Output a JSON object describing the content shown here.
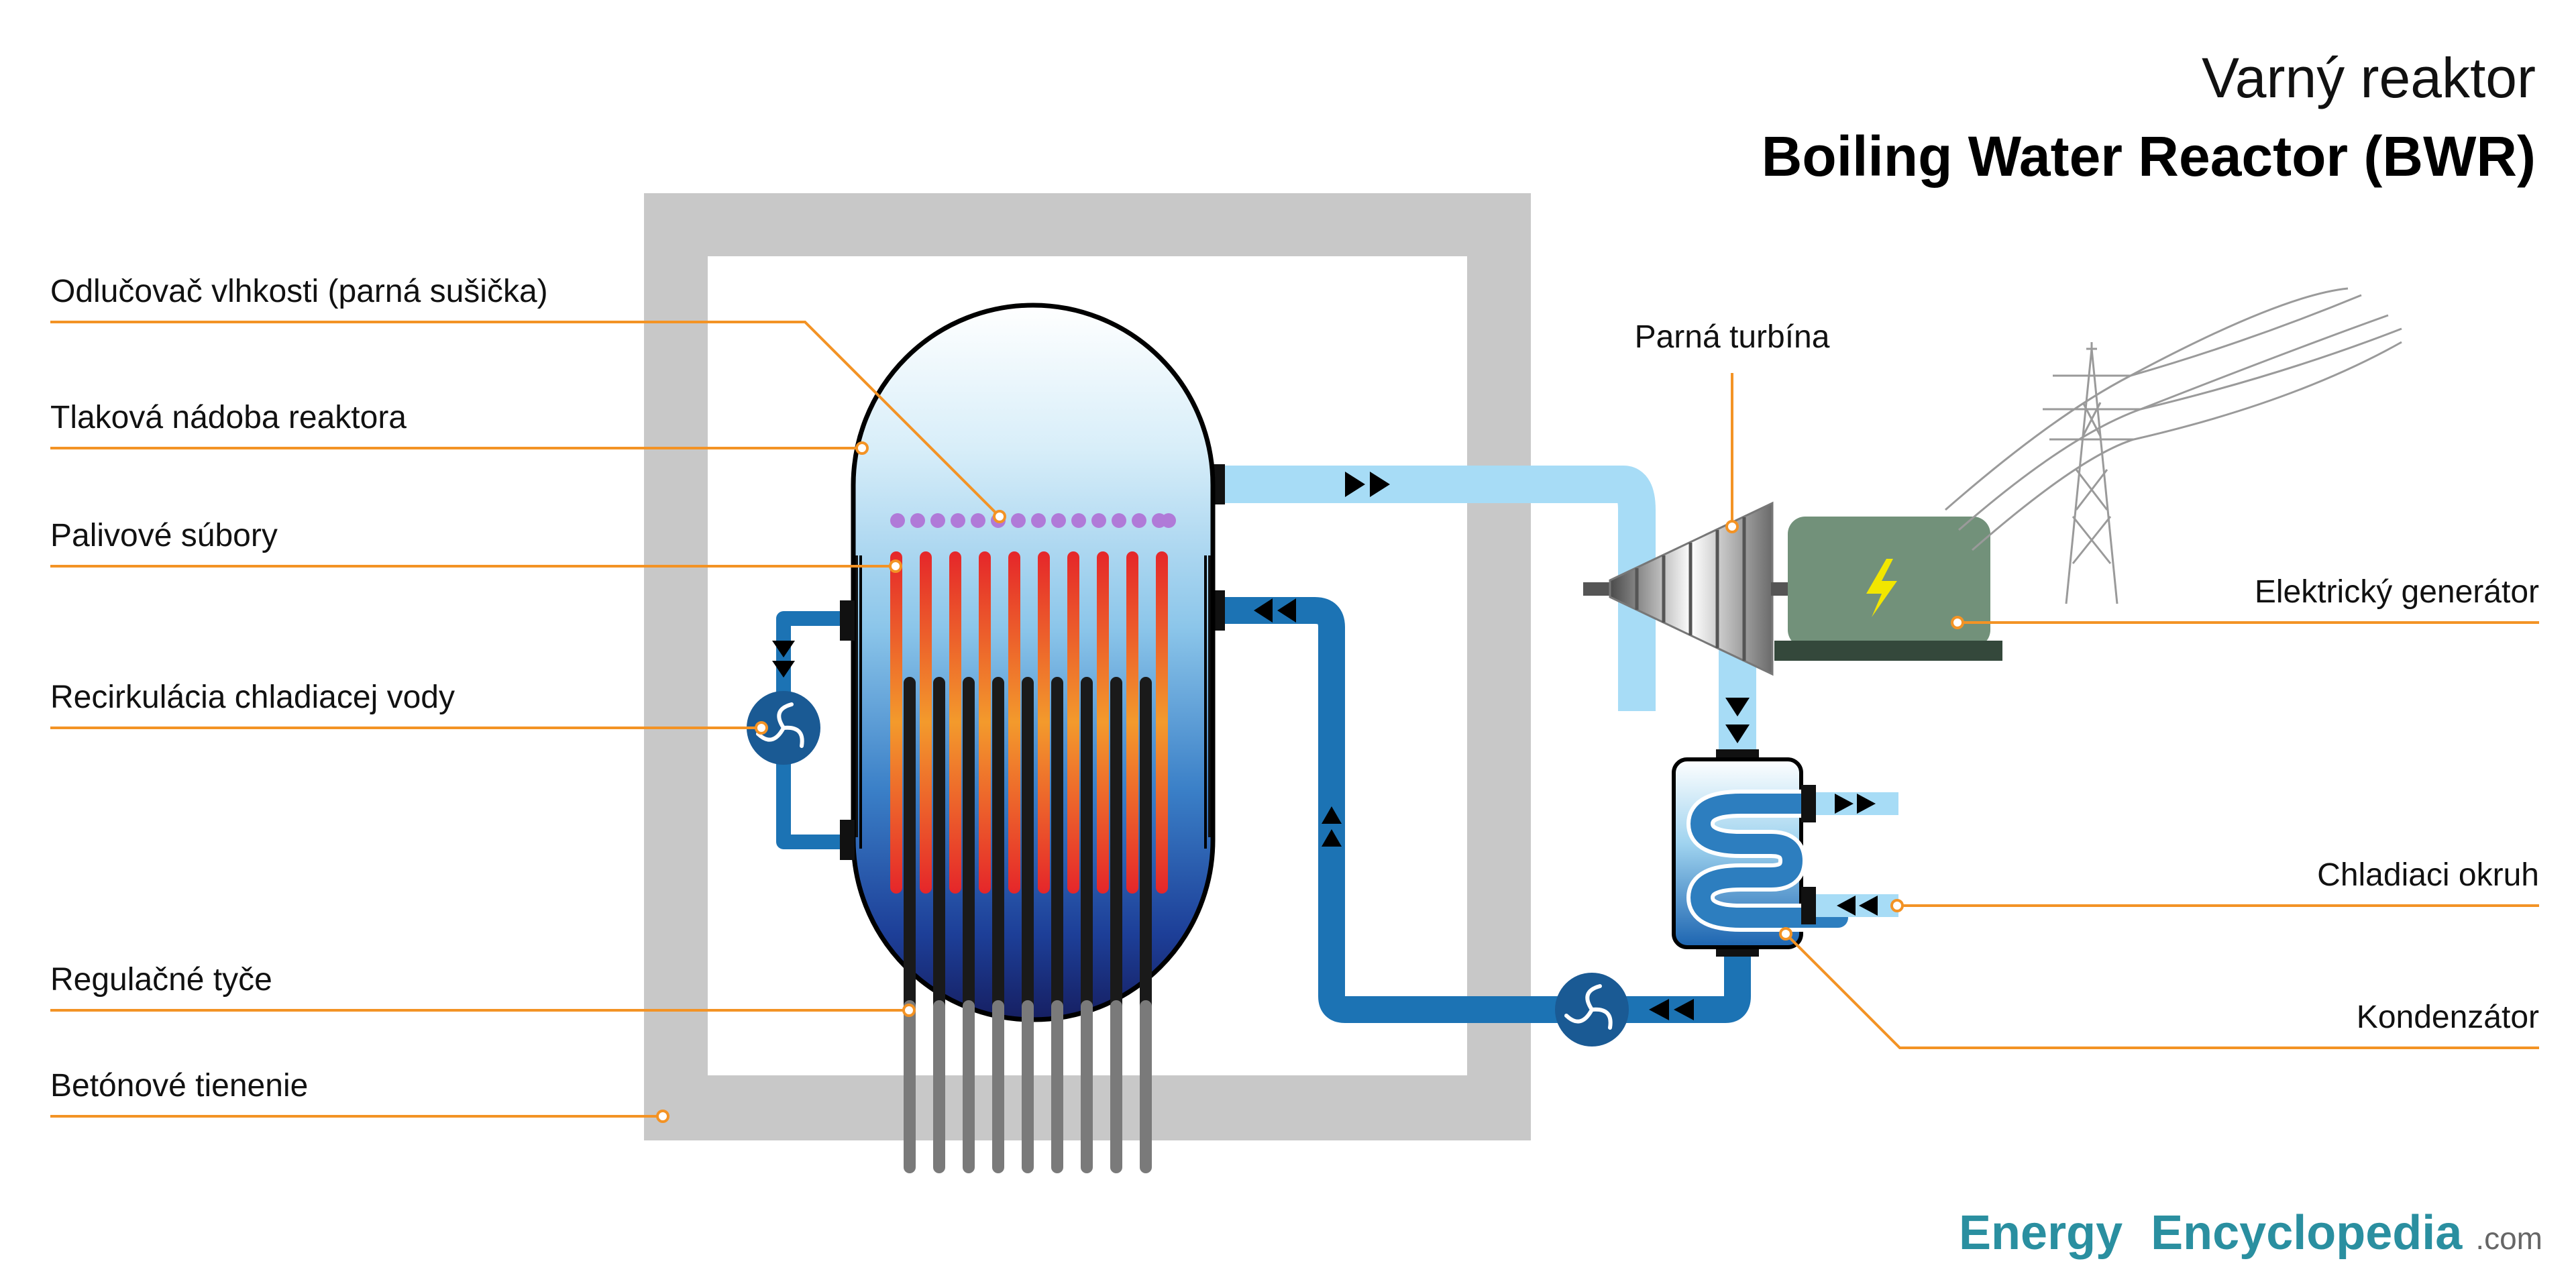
{
  "title": {
    "line1": "Varný reaktor",
    "line2": "Boiling Water Reactor (BWR)"
  },
  "labels": {
    "moisture_separator": "Odlučovač vlhkosti (parná sušička)",
    "pressure_vessel": "Tlaková nádoba reaktora",
    "fuel_assemblies": "Palivové súbory",
    "recirculation": "Recirkulácia chladiacej vody",
    "control_rods": "Regulačné tyče",
    "concrete_shield": "Betónové tienenie",
    "steam_turbine": "Parná turbína",
    "generator": "Elektrický generátor",
    "cooling_circuit": "Chladiaci okruh",
    "condenser": "Kondenzátor"
  },
  "brand": {
    "energy": "Energy",
    "encyclopedia": "Encyclopedia",
    "tld": ".com"
  },
  "colors": {
    "leader": "#f39325",
    "steam_pipe": "#a7dcf6",
    "water_pipe": "#1c73b4",
    "concrete": "#c8c8c8",
    "generator": "#72917a",
    "generator_base": "#34483b",
    "pump": "#1a5a94",
    "brand_teal": "#2a8fa0"
  },
  "icons": {
    "pump": "fan-icon",
    "generator": "lightning-bolt-icon",
    "flow": "triangle-arrow-icon",
    "pylon": "transmission-tower-icon"
  }
}
